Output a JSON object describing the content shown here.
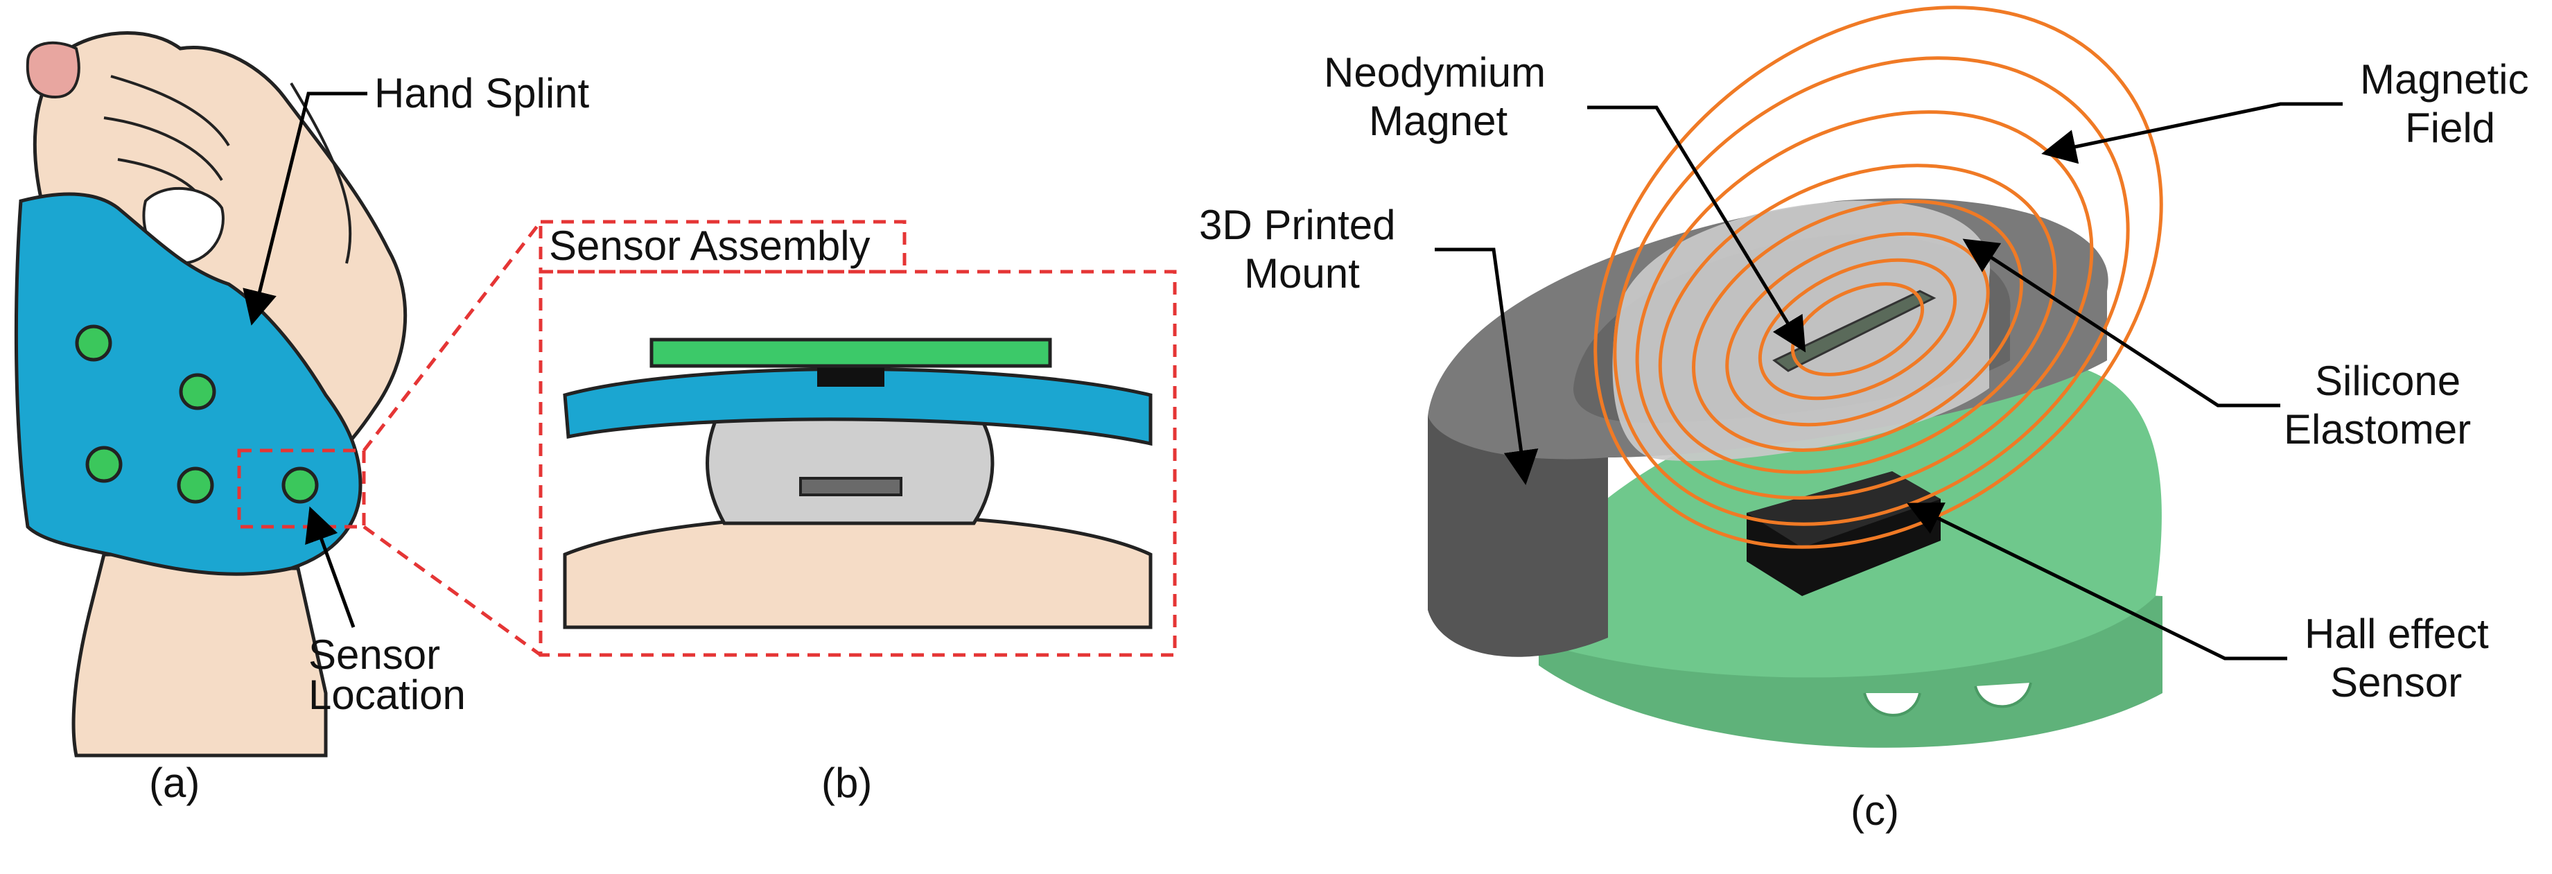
{
  "panel_a": {
    "label_hand_splint": "Hand Splint",
    "label_sensor_line1": "Sensor",
    "label_sensor_line2": "Location",
    "caption": "(a)"
  },
  "panel_b": {
    "title": "Sensor Assembly",
    "caption": "(b)"
  },
  "panel_c": {
    "label_magnet_line1": "Neodymium",
    "label_magnet_line2": "Magnet",
    "label_field_line1": "Magnetic",
    "label_field_line2": "Field",
    "label_mount_line1": "3D Printed",
    "label_mount_line2": "Mount",
    "label_silicone_line1": "Silicone",
    "label_silicone_line2": "Elastomer",
    "label_hall_line1": "Hall effect",
    "label_hall_line2": "Sensor",
    "caption": "(c)"
  },
  "colors": {
    "skin": "#f5dcc6",
    "splint": "#1ba6d1",
    "sensor_dot": "#3bc75c",
    "pcb_green": "#3cc969",
    "silicone": "#cfcfcf",
    "mount_gray": "#6e6e6e",
    "field_orange": "#f07a25",
    "base_green": "#6fc88c",
    "dashed_red": "#e53535"
  }
}
